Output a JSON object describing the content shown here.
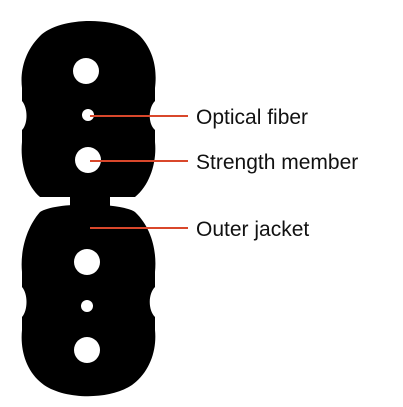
{
  "diagram": {
    "title": "",
    "labels": {
      "optical_fiber": "Optical fiber",
      "strength_member": "Strength member",
      "outer_jacket": "Outer jacket"
    },
    "colors": {
      "jacket": "#000000",
      "holes": "#ffffff",
      "leader_line": "#d9472b",
      "text": "#111111",
      "background": "#ffffff"
    }
  }
}
